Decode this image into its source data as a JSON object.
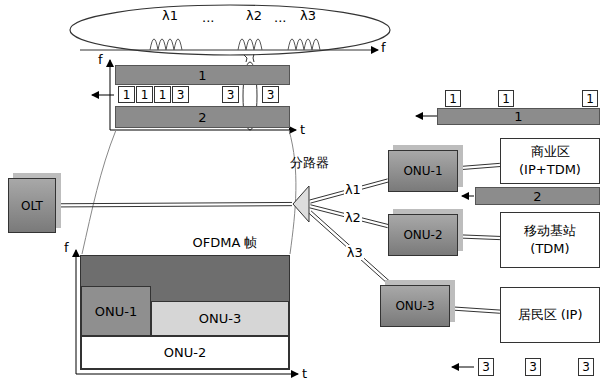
{
  "diagram": {
    "nodes": [
      {
        "text": [
          "1"
        ]
      },
      {
        "text": [
          "1"
        ]
      },
      {
        "text": [
          "1"
        ]
      },
      {
        "text": [
          "1"
        ]
      },
      {
        "text": [
          "3"
        ]
      },
      {
        "text": [
          "3"
        ]
      },
      {
        "text": [
          "3"
        ]
      },
      {
        "text": [
          "2"
        ]
      },
      {
        "text": [
          "OLT"
        ]
      },
      {
        "text": [
          "分路器"
        ]
      },
      {
        "text": [
          "ONU-1"
        ]
      },
      {
        "text": [
          "商业区 (IP+TDM)"
        ]
      },
      {
        "text": [
          "ONU-2"
        ]
      },
      {
        "text": [
          "移动基站 (TDM)"
        ]
      },
      {
        "text": [
          "ONU-3"
        ]
      },
      {
        "text": [
          "居民区 (IP)"
        ]
      },
      {
        "text": [
          "OFDMA 帧"
        ]
      },
      {
        "text": [
          "ONU-1"
        ],
        "in": 16
      },
      {
        "text": [
          "ONU-3"
        ],
        "in": 16
      },
      {
        "text": [
          "ONU-2"
        ],
        "in": 16
      },
      {
        "text": [
          "1"
        ]
      },
      {
        "text": [
          "1"
        ]
      },
      {
        "text": [
          "1"
        ]
      },
      {
        "text": [
          "1"
        ]
      },
      {
        "text": [
          "2"
        ]
      },
      {
        "text": [
          "3"
        ]
      },
      {
        "text": [
          "3"
        ]
      },
      {
        "text": [
          "3"
        ]
      }
    ],
    "edges": [
      {
        "from": 8,
        "to": 9,
        "arrow": "none"
      },
      {
        "from": 9,
        "to": 10,
        "label": "λ1",
        "arrow": "none"
      },
      {
        "from": 9,
        "to": 12,
        "label": "λ2",
        "arrow": "none"
      },
      {
        "from": 9,
        "to": 14,
        "label": "λ3",
        "arrow": "none"
      },
      {
        "from": 10,
        "to": 11,
        "arrow": "none"
      },
      {
        "from": 12,
        "to": 13,
        "arrow": "none"
      },
      {
        "from": 14,
        "to": 15,
        "arrow": "none"
      }
    ],
    "labels": [
      "λ1",
      "...",
      "λ2",
      "...",
      "λ3",
      "f",
      "f",
      "t",
      "f",
      "t"
    ]
  }
}
